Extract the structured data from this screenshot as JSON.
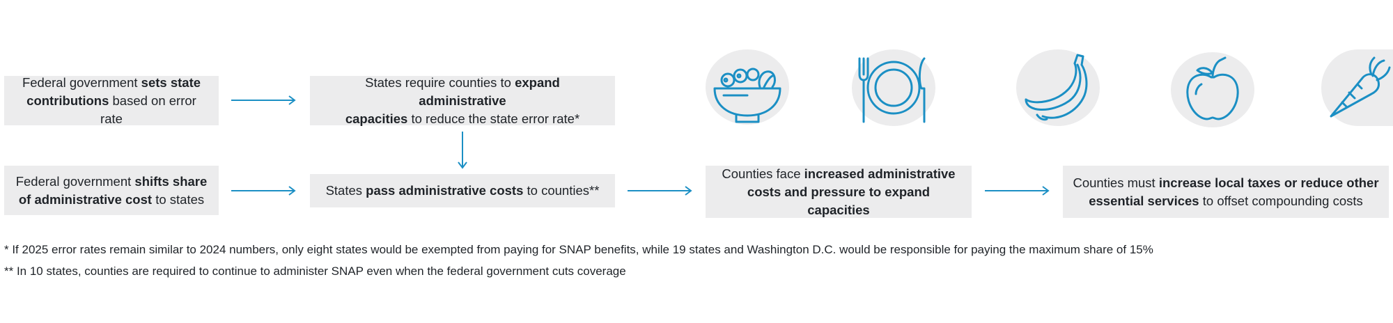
{
  "colors": {
    "accent": "#1b8fc4",
    "box_bg": "#ececed",
    "text": "#1f2328"
  },
  "boxes": {
    "fed_sets": {
      "pre": "Federal government ",
      "b1": "sets state",
      "b2": "contributions",
      "post": " based on error rate"
    },
    "states_require": {
      "pre": "States require counties to ",
      "b1": "expand administrative",
      "b2": "capacities",
      "post": " to reduce the state error rate*"
    },
    "fed_shifts": {
      "pre": "Federal government ",
      "b1": "shifts share",
      "b2": "of administrative cost",
      "post": " to states"
    },
    "states_pass": {
      "pre": "States ",
      "b1": "pass administrative costs",
      "post": " to counties**"
    },
    "counties_face": {
      "pre": "Counties face ",
      "b1": "increased administrative",
      "b2": "costs and pressure to expand capacities"
    },
    "counties_must": {
      "pre": "Counties must ",
      "b1": "increase local taxes or reduce other",
      "b2": "essential services",
      "post": " to offset compounding costs"
    }
  },
  "icons": [
    "salad-bowl-icon",
    "plate-fork-knife-icon",
    "banana-icon",
    "apple-icon",
    "carrot-icon"
  ],
  "footnotes": {
    "note1": "* If 2025 error rates remain similar to 2024 numbers, only eight states would be exempted from paying for SNAP benefits, while 19 states and Washington D.C. would be responsible for paying the maximum share of 15%",
    "note2": "** In 10 states, counties are required to continue to administer SNAP even when the federal government cuts coverage"
  }
}
